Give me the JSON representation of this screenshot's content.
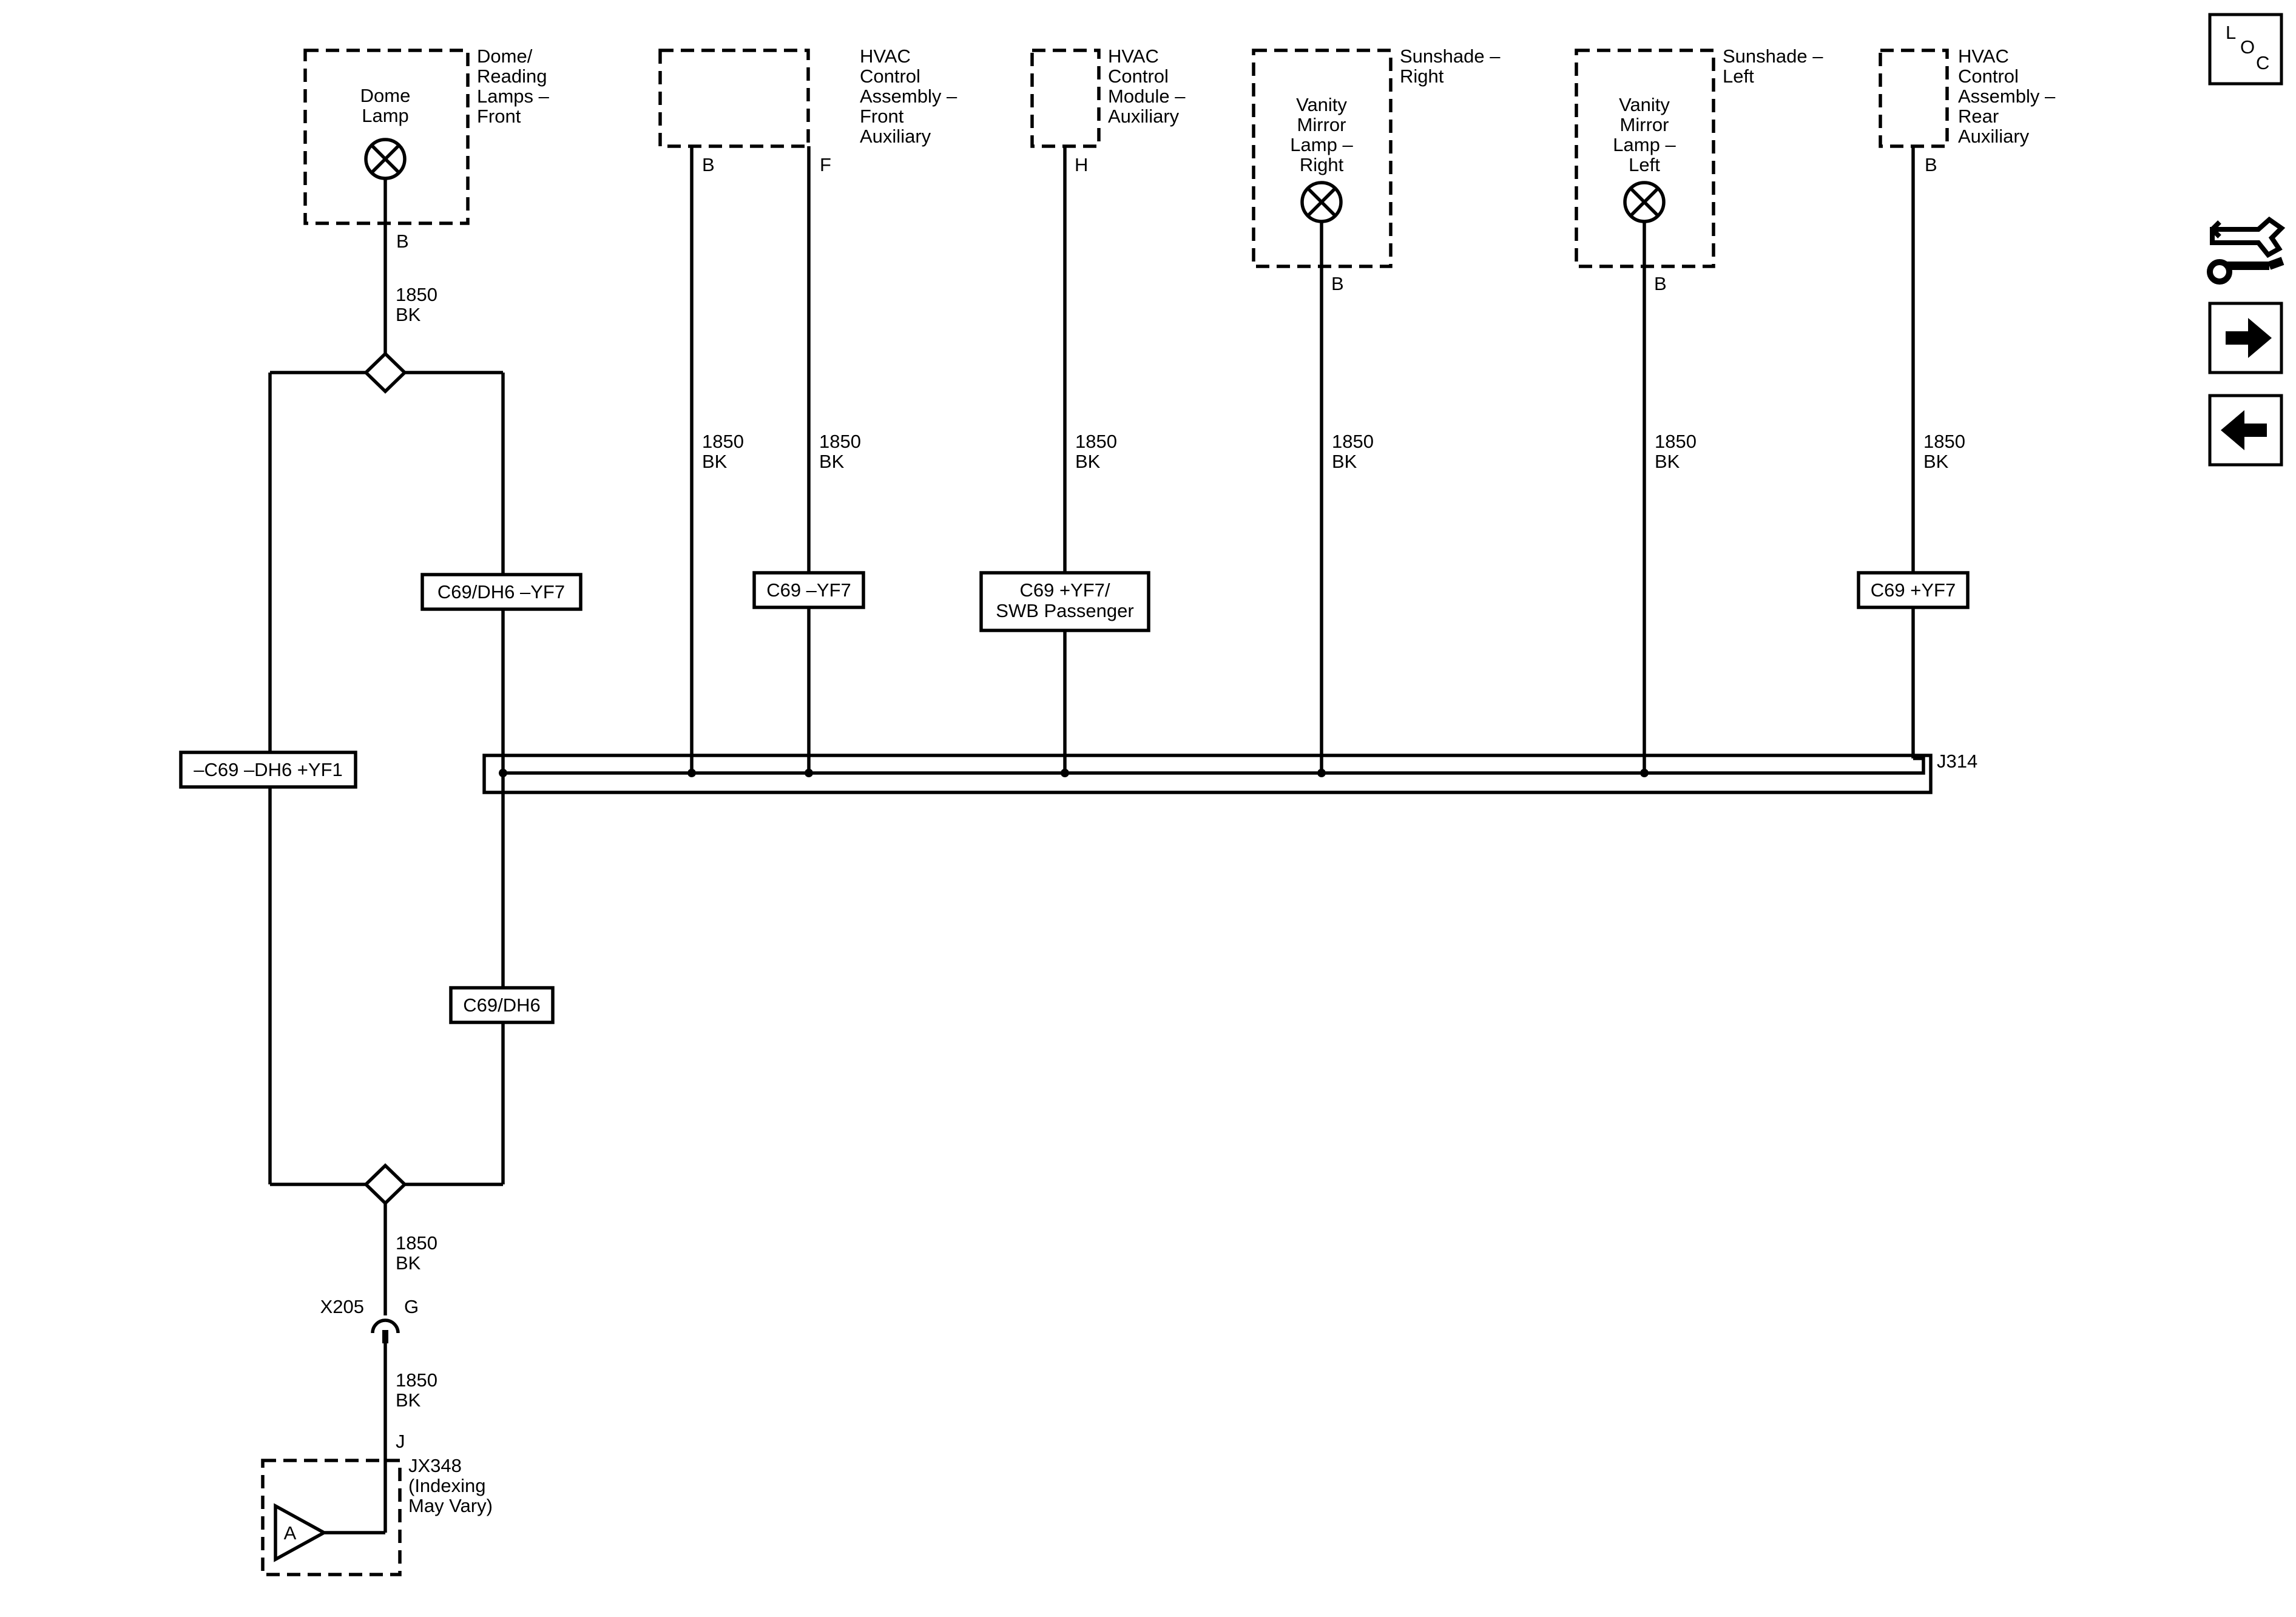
{
  "components": {
    "dome": {
      "title_lines": [
        "Dome/",
        "Reading",
        "Lamps –",
        "Front"
      ],
      "inner_lines": [
        "Dome",
        "Lamp"
      ],
      "pin": "B"
    },
    "hvac_front": {
      "title_lines": [
        "HVAC",
        "Control",
        "Assembly –",
        "Front",
        "Auxiliary"
      ],
      "pin_b": "B",
      "pin_f": "F"
    },
    "hvac_module": {
      "title_lines": [
        "HVAC",
        "Control",
        "Module –",
        "Auxiliary"
      ],
      "pin": "H"
    },
    "sun_right": {
      "title_lines": [
        "Sunshade –",
        "Right"
      ],
      "inner_lines": [
        "Vanity",
        "Mirror",
        "Lamp –",
        "Right"
      ],
      "pin": "B"
    },
    "sun_left": {
      "title_lines": [
        "Sunshade –",
        "Left"
      ],
      "inner_lines": [
        "Vanity",
        "Mirror",
        "Lamp –",
        "Left"
      ],
      "pin": "B"
    },
    "hvac_rear": {
      "title_lines": [
        "HVAC",
        "Control",
        "Assembly –",
        "Rear",
        "Auxiliary"
      ],
      "pin": "B"
    }
  },
  "wire": {
    "gauge": "1850",
    "color": "BK"
  },
  "option_labels": {
    "c69_dh6_yf7": "C69/DH6 –YF7",
    "c69_yf7_neg": "C69 –YF7",
    "c69_yf7_swb": [
      "C69 +YF7/",
      "SWB Passenger"
    ],
    "c69_yf7_pos": "C69 +YF7",
    "c69_dh6_yf1": "–C69 –DH6 +YF1",
    "c69_dh6": "C69/DH6"
  },
  "splice": {
    "name": "J314"
  },
  "connector": {
    "name": "X205",
    "pin": "G"
  },
  "ground": {
    "pin": "J",
    "label_lines": [
      "JX348",
      "(Indexing",
      "May Vary)"
    ],
    "symbol_letter": "A"
  },
  "nav": {
    "loc_letters": [
      "L",
      "O",
      "C"
    ],
    "icons": [
      "connector-tool-icon",
      "arrow-right-icon",
      "arrow-left-icon"
    ]
  }
}
